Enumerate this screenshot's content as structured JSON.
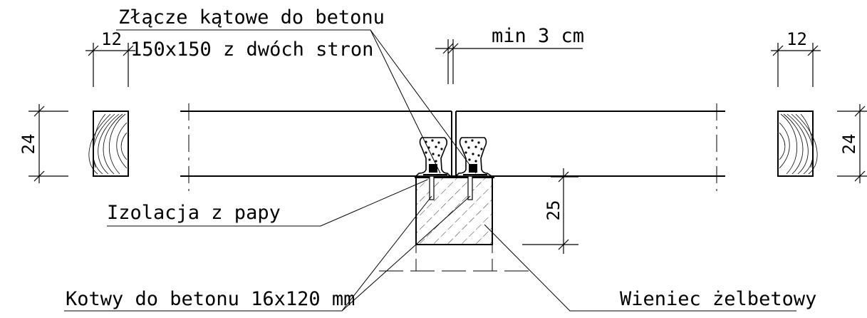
{
  "labels": {
    "corner_connector_line1": "Złącze kątowe do betonu",
    "corner_connector_line2": "150x150 z dwóch stron",
    "gap": "min 3 cm",
    "insulation": "Izolacja z papy",
    "anchors": "Kotwy do betonu 16x120 mm",
    "ring_beam": "Wieniec żelbetowy"
  },
  "dimensions": {
    "left_beam_width": "12",
    "right_beam_width": "12",
    "left_beam_height": "24",
    "right_beam_height": "24",
    "ring_beam_height": "25"
  }
}
